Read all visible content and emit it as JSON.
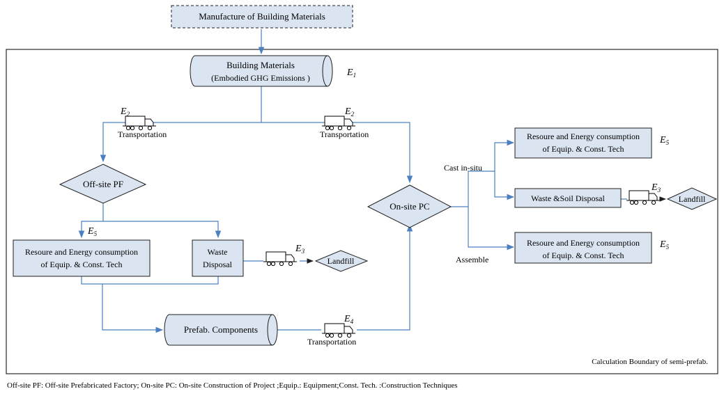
{
  "nodes": {
    "manufacture": "Manufacture of Building Materials",
    "building_materials_line1": "Building Materials",
    "building_materials_line2": "(Embodied GHG Emissions )",
    "offsite_pf": "Off-site PF",
    "onsite_pc": "On-site PC",
    "resource_left_line1": "Resoure and Energy consumption",
    "resource_left_line2": "of Equip. & Const. Tech",
    "waste_disposal_line1": "Waste",
    "waste_disposal_line2": "Disposal",
    "landfill_left": "Landfill",
    "prefab_components": "Prefab. Components",
    "resource_top_line1": "Resoure and Energy consumption",
    "resource_top_line2": "of Equip. & Const. Tech",
    "waste_soil": "Waste &Soil Disposal",
    "landfill_right": "Landfill",
    "resource_bottom_line1": "Resoure and Energy consumption",
    "resource_bottom_line2": "of Equip. & Const. Tech"
  },
  "labels": {
    "transportation_left": "Transportation",
    "transportation_mid": "Transportation",
    "transportation_bottom": "Transportation",
    "cast_in_situ": "Cast in-situ",
    "assemble": "Assemble",
    "boundary": "Calculation Boundary of semi-prefab."
  },
  "emissions": {
    "e1": {
      "base": "E",
      "sub": "1"
    },
    "e2_left": {
      "base": "E",
      "sub": "2"
    },
    "e2_mid": {
      "base": "E",
      "sub": "2"
    },
    "e5_left": {
      "base": "E",
      "sub": "5"
    },
    "e3_left": {
      "base": "E",
      "sub": "3"
    },
    "e4": {
      "base": "E",
      "sub": "4"
    },
    "e5_top": {
      "base": "E",
      "sub": "5"
    },
    "e3_right": {
      "base": "E",
      "sub": "3"
    },
    "e5_bottom": {
      "base": "E",
      "sub": "5"
    }
  },
  "footnote": "Off-site PF: Off-site Prefabricated Factory; On-site PC: On-site Construction of  Project ;Equip.: Equipment;Const. Tech. :Construction Techniques",
  "colors": {
    "box_fill": "#dbe5f1",
    "flow_line": "#4a7fc1",
    "outline": "#1f1f1f"
  }
}
